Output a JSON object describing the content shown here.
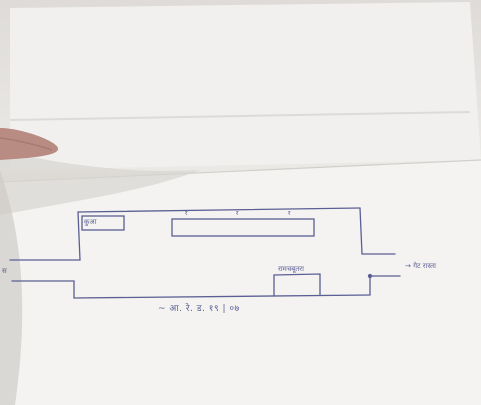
{
  "photo": {
    "colors": {
      "paper": "#f3f2f0",
      "ink": "#5b5f94",
      "finger": "#b88b83"
    },
    "handwriting": {
      "box_label": "कुआ",
      "stage_label": "रामचबूतरा",
      "gate_label": "→ गेट रास्ता",
      "side_mark": "स",
      "caption": "~ आ. रे. ड. १९ | ०७",
      "bench_ticks": [
        "र",
        "र",
        "र"
      ]
    }
  }
}
